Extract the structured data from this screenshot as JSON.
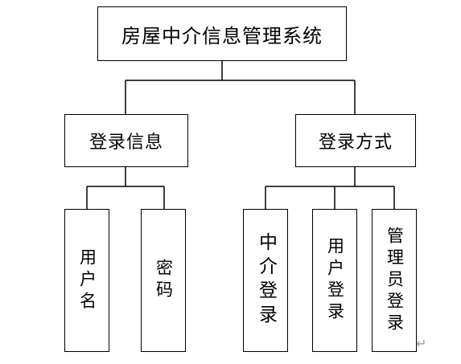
{
  "diagram": {
    "root": "房屋中介信息管理系统",
    "branches": [
      {
        "label": "登录信息",
        "children": [
          "用户名",
          "密码"
        ]
      },
      {
        "label": "登录方式",
        "children": [
          "中介登录",
          "用户登录",
          "管理员登录"
        ]
      }
    ],
    "paragraph_mark": "↵"
  },
  "colors": {
    "line": "#000000",
    "background": "#ffffff",
    "paragraph_mark": "#9a9a9a"
  }
}
